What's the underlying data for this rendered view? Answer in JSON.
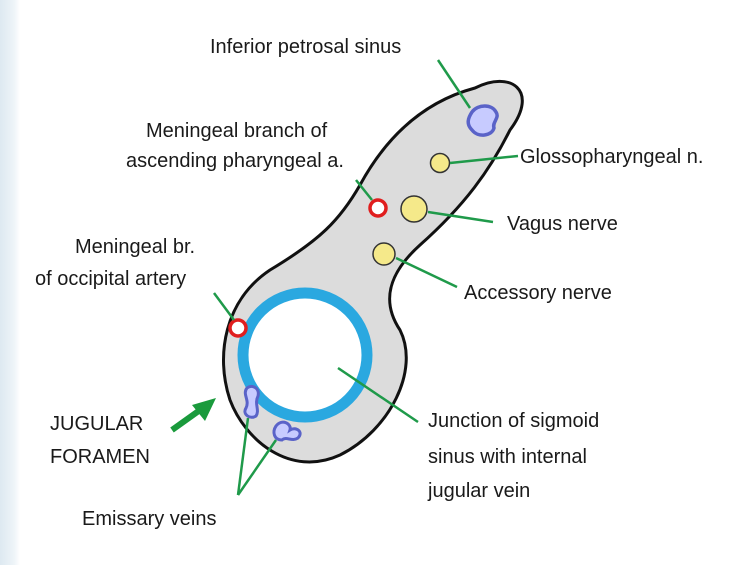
{
  "labels": {
    "inferior_petrosal_sinus": "Inferior petrosal sinus",
    "meningeal_branch_line1": "Meningeal branch of",
    "meningeal_branch_line2": "ascending pharyngeal a.",
    "glossopharyngeal": "Glossopharyngeal n.",
    "vagus": "Vagus nerve",
    "accessory": "Accessory nerve",
    "occipital_line1": "Meningeal br.",
    "occipital_line2": "of occipital artery",
    "jugular_line1": "JUGULAR",
    "jugular_line2": "FORAMEN",
    "junction_line1": "Junction of sigmoid",
    "junction_line2": "sinus with internal",
    "junction_line3": "jugular vein",
    "emissary": "Emissary veins"
  },
  "colors": {
    "foramen_fill": "#dcdcdc",
    "outline": "#111111",
    "sinus_ring": "#2aa8e0",
    "artery": "#e01e1e",
    "nerve": "#f5e98a",
    "vein": "#5a63c8",
    "leader": "#1f9a4a",
    "arrow": "#1a9a3c"
  }
}
